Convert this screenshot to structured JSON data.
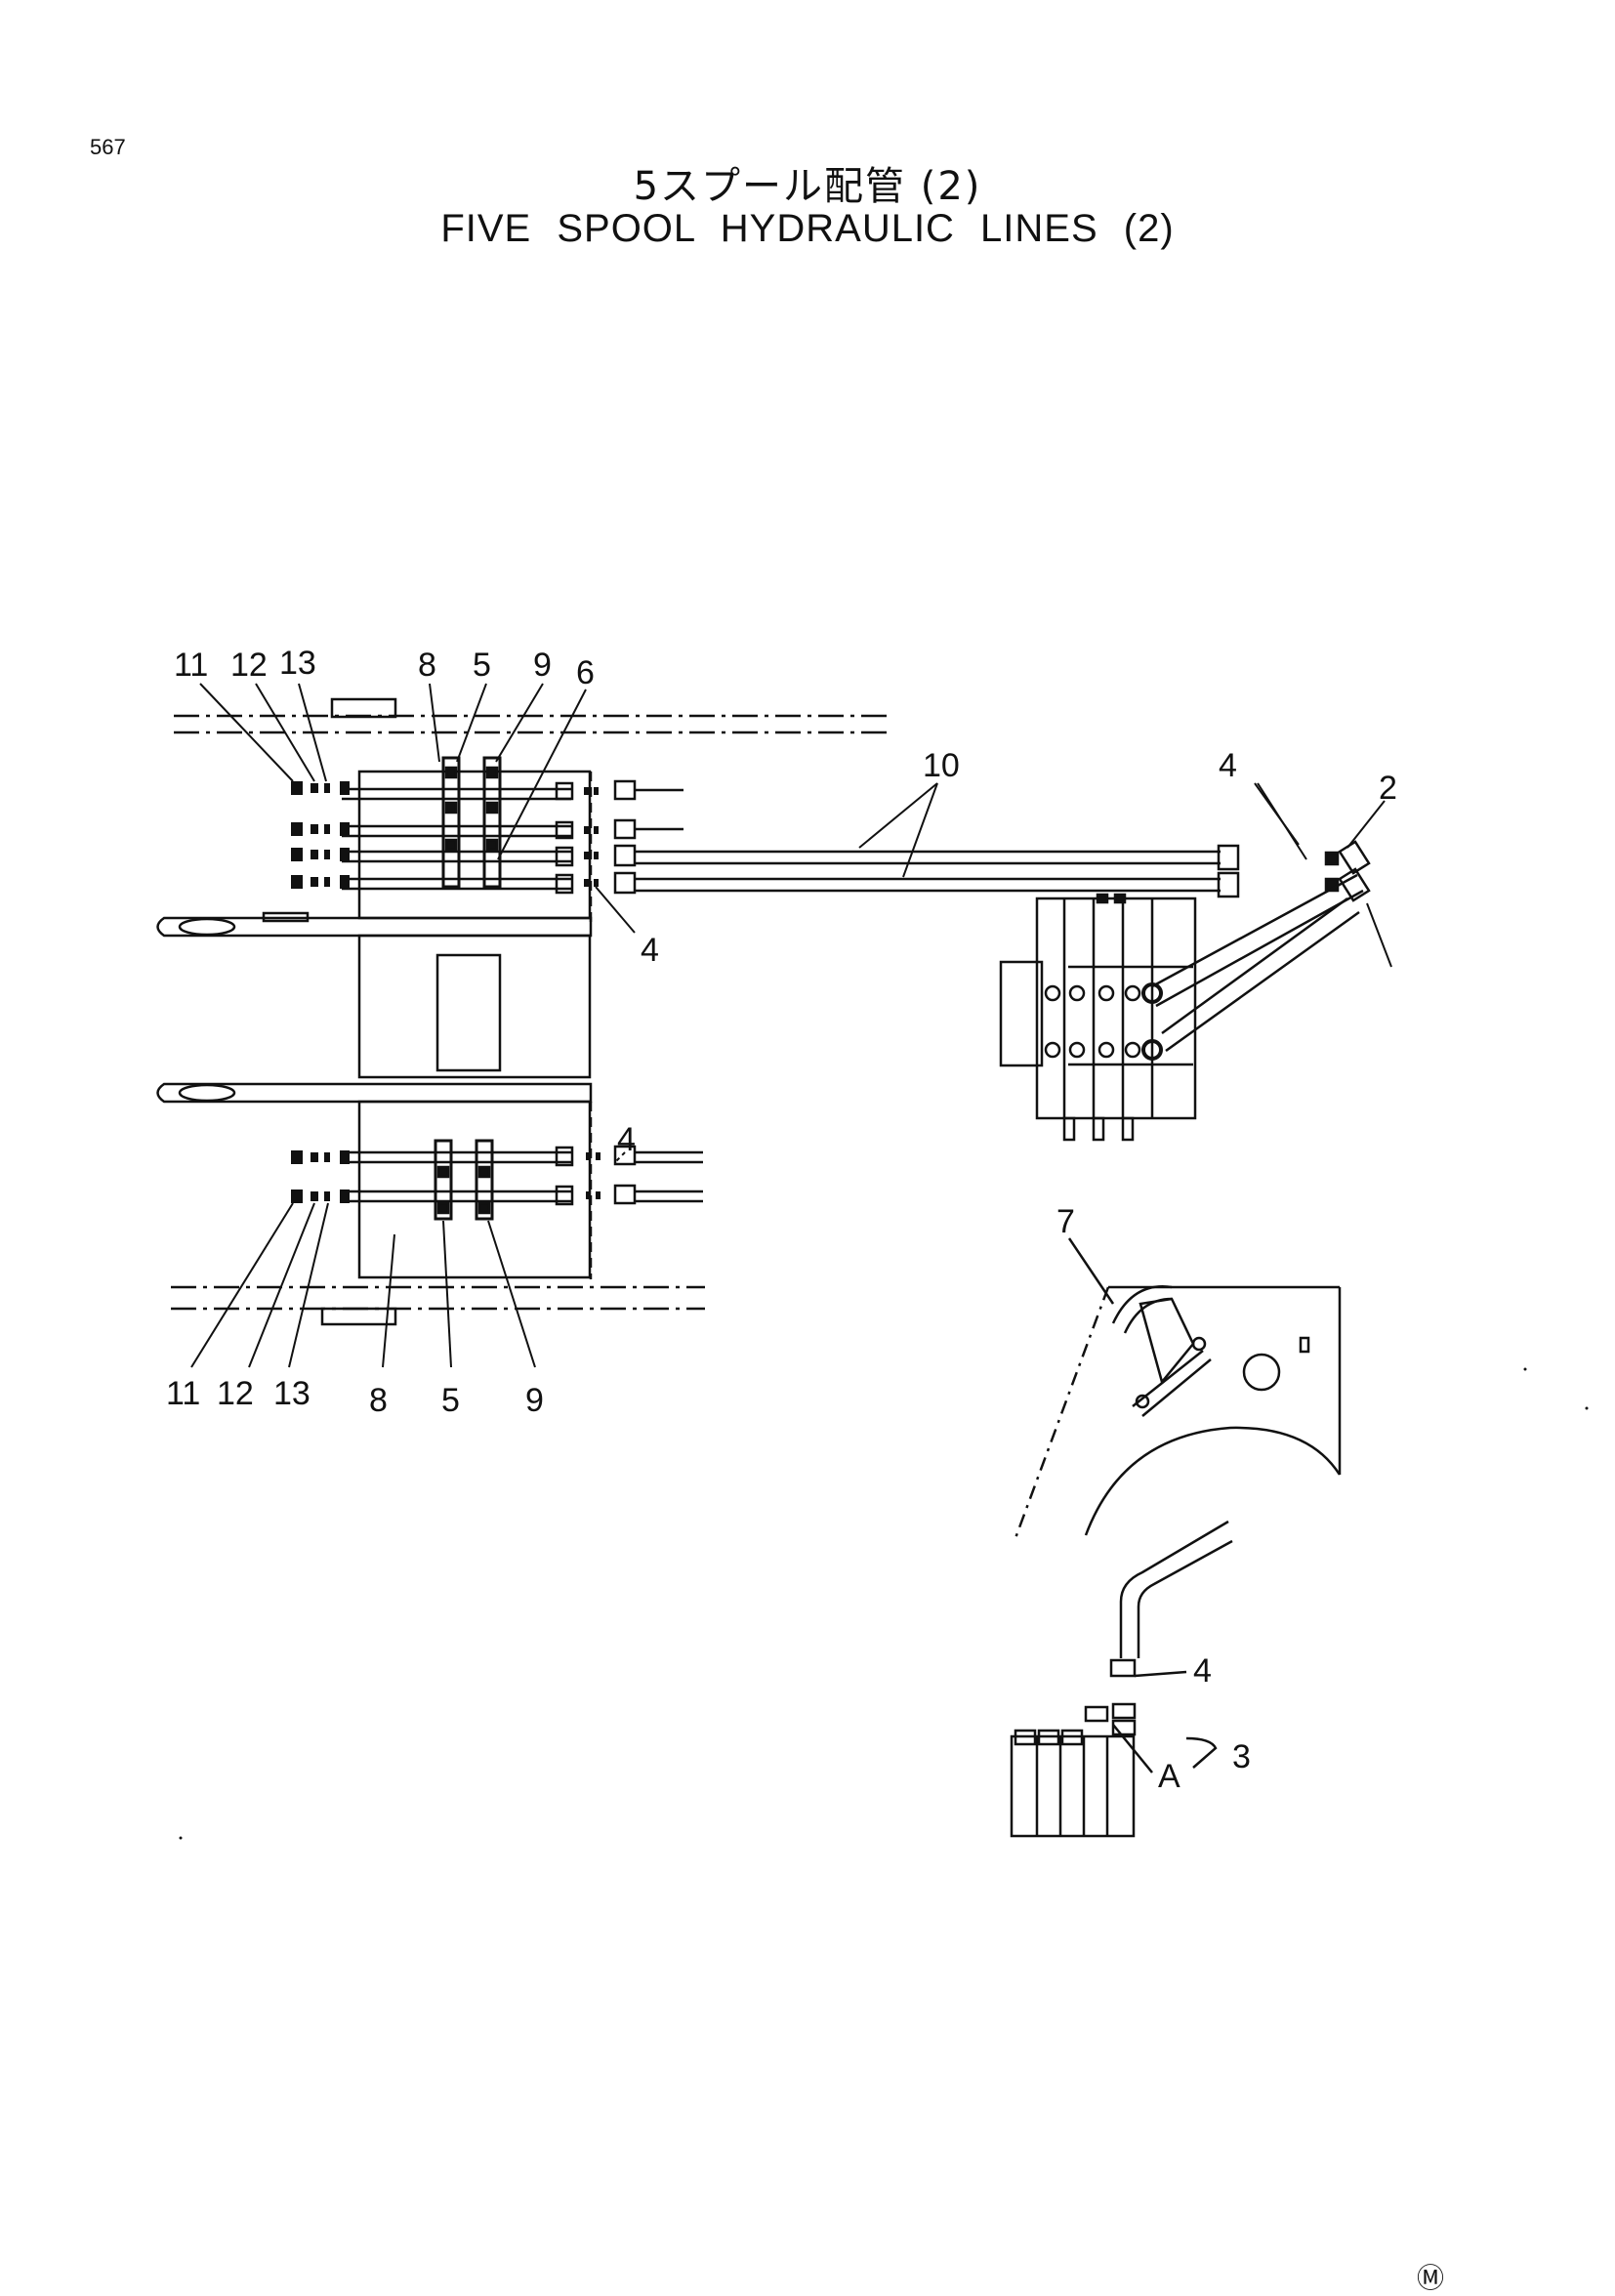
{
  "header": {
    "page_number": "567",
    "title_jp": "5スプール配管 (2)",
    "title_en": "FIVE SPOOL HYDRAULIC LINES (2)"
  },
  "callouts": {
    "c11_top": "11",
    "c12_top": "12",
    "c13_top": "13",
    "c8_top": "8",
    "c5_top": "5",
    "c9_top": "9",
    "c6": "6",
    "c10": "10",
    "c4_right": "4",
    "c2": "2",
    "c4_upper": "4",
    "c4_lower": "4",
    "c11_bot": "11",
    "c12_bot": "12",
    "c13_bot": "13",
    "c8_bot": "8",
    "c5_bot": "5",
    "c9_bot": "9",
    "c7": "7",
    "c4_detail": "4",
    "cA": "A",
    "c3": "3"
  },
  "footer": {
    "mark": "Ⓜ"
  }
}
